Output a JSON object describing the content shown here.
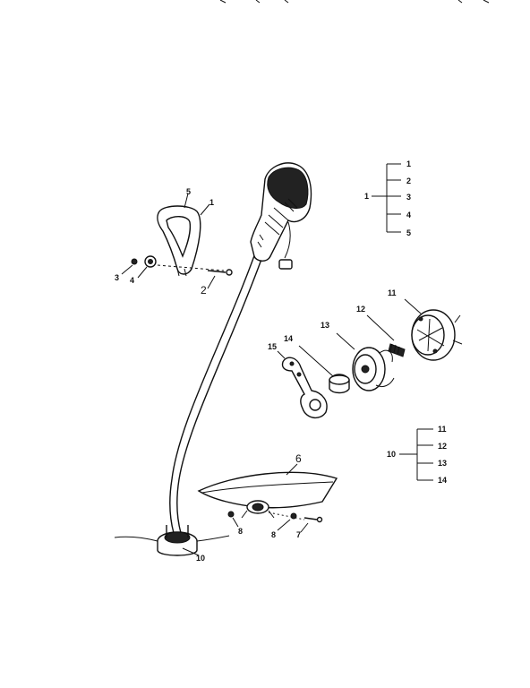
{
  "callouts": {
    "handle_label": "1",
    "handle_grip": "5",
    "screw_2": "2",
    "nut_3": "3",
    "knob_4": "4",
    "spool_11": "11",
    "spring_12": "12",
    "spool_13": "13",
    "bump_knob_14": "14",
    "wrench_15": "15",
    "guard_6": "6",
    "screw_7": "7",
    "washer_8a": "8",
    "washer_8b": "8",
    "head_10": "10"
  },
  "tree_1": {
    "parent": "1",
    "children": [
      "1",
      "2",
      "3",
      "4",
      "5"
    ]
  },
  "tree_10": {
    "parent": "10",
    "children": [
      "11",
      "12",
      "13",
      "14"
    ]
  }
}
